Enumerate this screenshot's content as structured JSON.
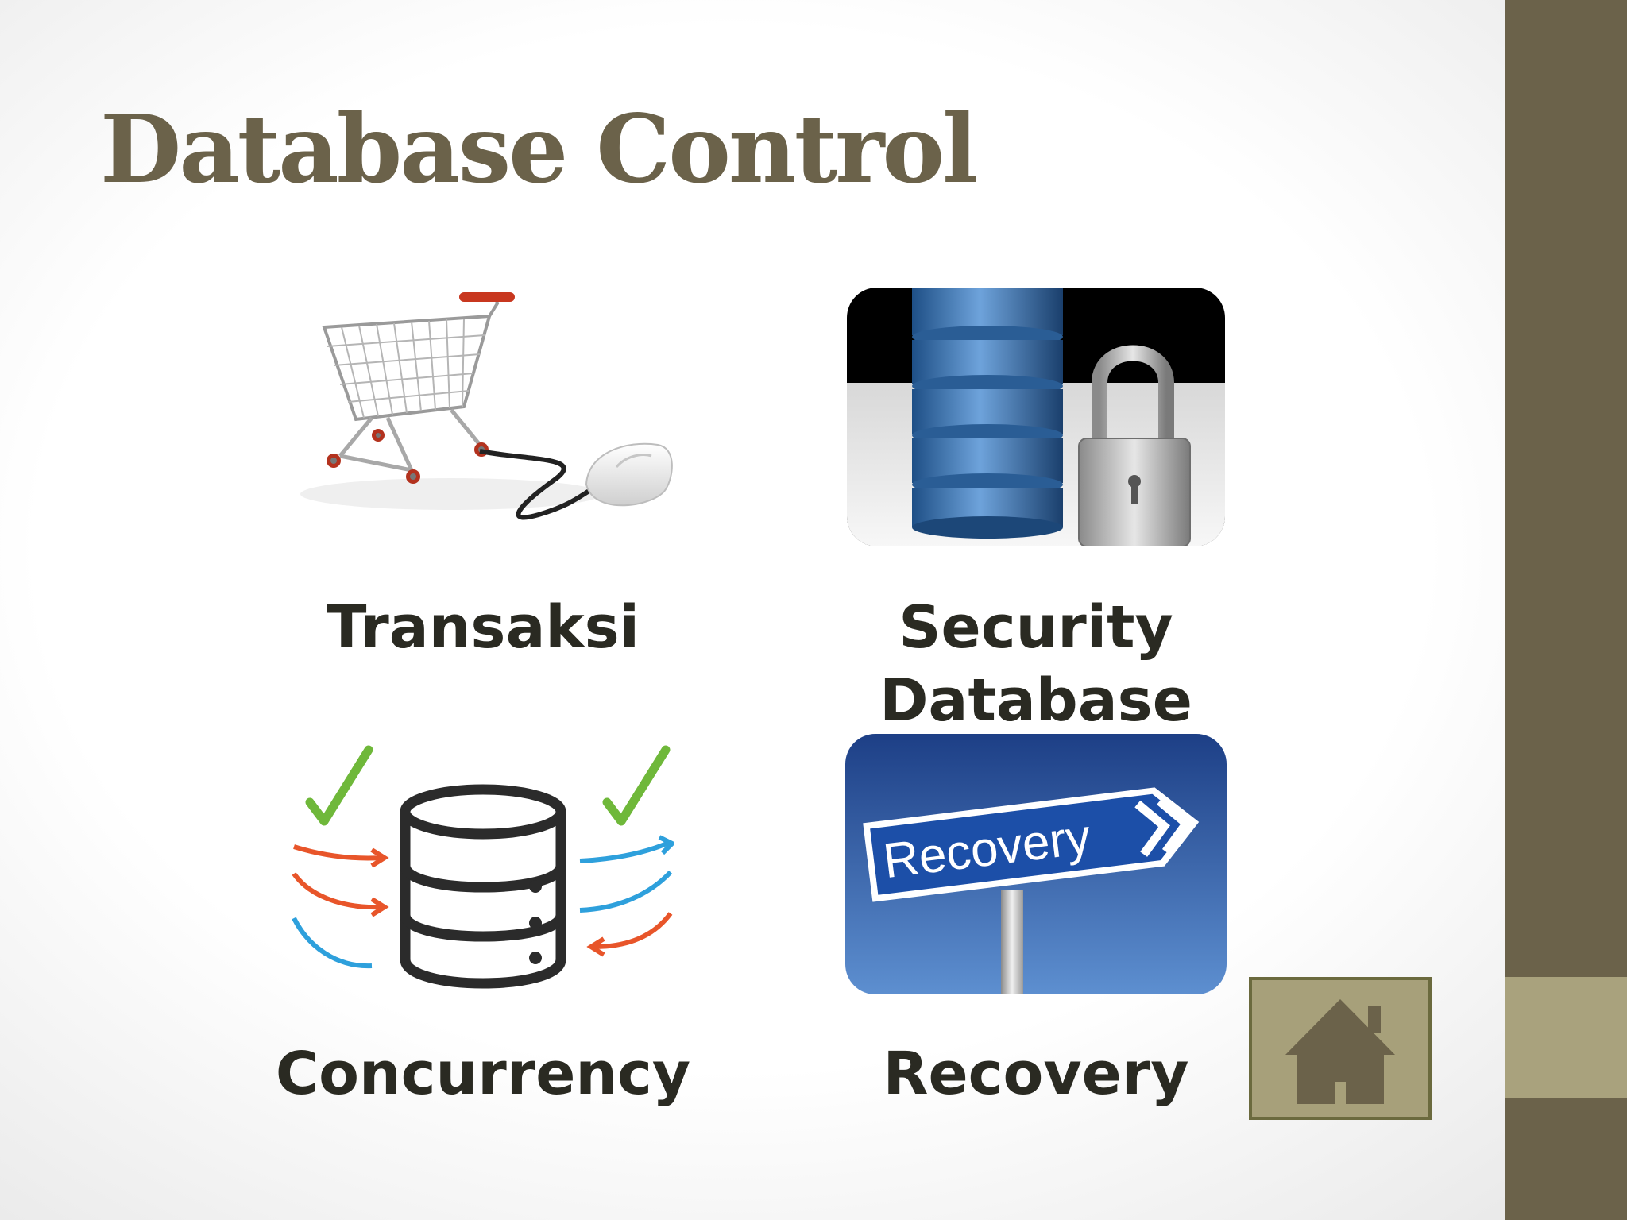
{
  "slide": {
    "title": "Database Control",
    "items": [
      {
        "label": "Transaksi",
        "icon": "shopping-cart-mouse-icon"
      },
      {
        "label": "Security Database",
        "icon": "database-padlock-icon"
      },
      {
        "label": "Concurrency",
        "icon": "database-arrows-icon"
      },
      {
        "label": "Recovery",
        "icon": "recovery-sign-icon",
        "sign_text": "Recovery"
      }
    ],
    "home_icon": "home-icon"
  },
  "colors": {
    "brand": "#6b624a",
    "accent": "#a9a27d",
    "text": "#2a2a22",
    "home_button_fill": "#a7a07a"
  }
}
